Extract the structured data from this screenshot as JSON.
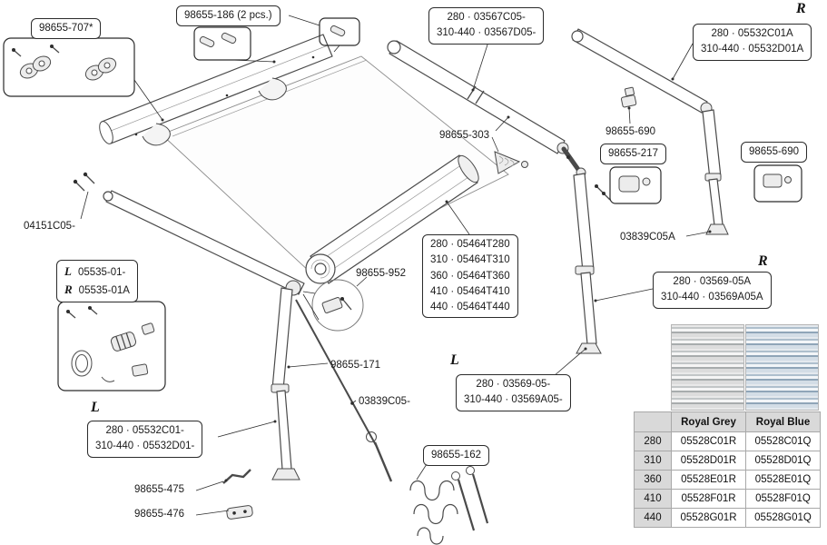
{
  "colors": {
    "line_art": "#4a4a4a",
    "label_box_border": "#2b2b2b",
    "table_grid": "#a8a8a8",
    "table_header_bg": "#d9d9d9",
    "royal_grey": "#b9bdbe",
    "royal_blue": "#9aacbc"
  },
  "markers": {
    "r_top_right": "R",
    "r_mid_right": "R",
    "l_left": "L",
    "l_mid": "L",
    "l_05535": "L",
    "r_05535": "R"
  },
  "labels": {
    "hinge_kit": "98655-707*",
    "pin_kit": "98655-186 (2 pcs.)",
    "support_303": "98655-303",
    "bracket_690_a": "98655-690",
    "clamp_217": "98655-217",
    "bracket_690_b": "98655-690",
    "screw_04151": "04151C05-",
    "rod_03839a": "03839C05A",
    "knob_952": "98655-952",
    "rafter_171": "98655-171",
    "rod_03839": "03839C05-",
    "bracket_475": "98655-475",
    "bracket_476": "98655-476",
    "tiedown_162": "98655-162"
  },
  "part_boxes": {
    "arm_03567": [
      "280 · 03567C05-",
      "310-440 · 03567D05-"
    ],
    "arm_05532a": [
      "280 · 05532C01A",
      "310-440 · 05532D01A"
    ],
    "leg_03569a": [
      "280 · 03569-05A",
      "310-440 · 03569A05A"
    ],
    "leg_03569": [
      "280 · 03569-05-",
      "310-440 · 03569A05-"
    ],
    "arm_05532": [
      "280 · 05532C01-",
      "310-440 · 05532D01-"
    ],
    "endcap_05535": [
      "05535-01-",
      "05535-01A"
    ],
    "roller_05464": [
      "280 · 05464T280",
      "310 · 05464T310",
      "360 · 05464T360",
      "410 · 05464T410",
      "440 · 05464T440"
    ]
  },
  "fabric_table": {
    "headers": [
      "",
      "Royal Grey",
      "Royal Blue"
    ],
    "rows": [
      [
        "280",
        "05528C01R",
        "05528C01Q"
      ],
      [
        "310",
        "05528D01R",
        "05528D01Q"
      ],
      [
        "360",
        "05528E01R",
        "05528E01Q"
      ],
      [
        "410",
        "05528F01R",
        "05528F01Q"
      ],
      [
        "440",
        "05528G01R",
        "05528G01Q"
      ]
    ]
  }
}
